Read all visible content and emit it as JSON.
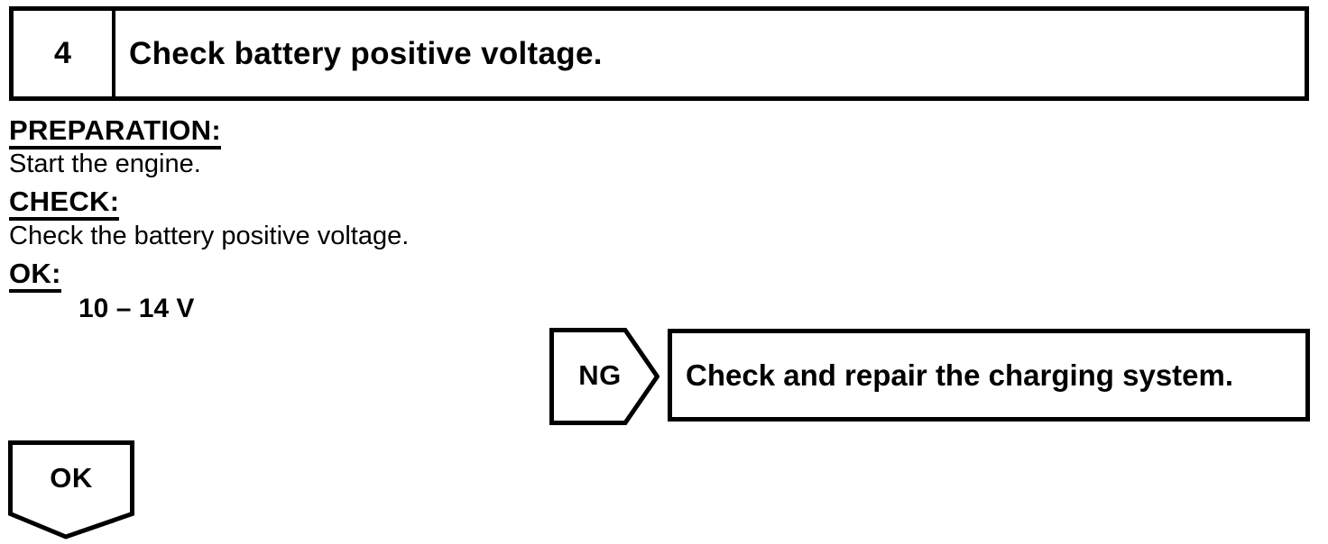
{
  "page": {
    "kind": "service-manual diagnostic step",
    "paper_color": "#ffffff",
    "ink_color": "#000000"
  },
  "step_header": {
    "number": "4",
    "title": "Check battery positive voltage."
  },
  "sections": {
    "preparation": {
      "heading": "PREPARATION:",
      "body": "Start the engine."
    },
    "check": {
      "heading": "CHECK:",
      "body": "Check the battery positive voltage."
    },
    "ok": {
      "heading": "OK:",
      "spec": "10 – 14 V"
    }
  },
  "flow": {
    "ng_branch": {
      "label": "NG",
      "action": "Check and repair the charging system."
    },
    "ok_branch": {
      "label": "OK"
    }
  }
}
